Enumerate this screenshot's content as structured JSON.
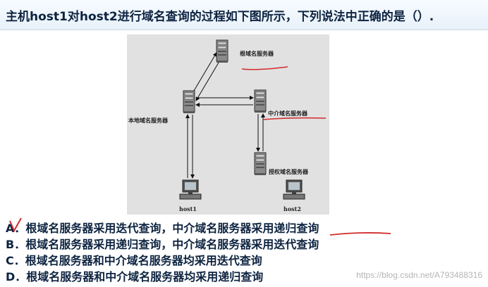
{
  "question": "主机host1对host2进行域名查询的过程如下图所示，下列说法中正确的是（）.",
  "figure": {
    "root_server": "根域名服务器",
    "local_server": "本地域名服务器",
    "intermediate_server": "中介域名服务器",
    "authoritative_server": "授权域名服务器",
    "host1": "host1",
    "host2": "host2"
  },
  "options": [
    {
      "letter": "A",
      "text": "A．根域名服务器采用迭代查询，中介域名服务器采用递归查询"
    },
    {
      "letter": "B",
      "text": "B．根域名服务器采用递归查询，中介域名服务器采用迭代查询"
    },
    {
      "letter": "C",
      "text": "C．根域名服务器和中介域名服务器均采用迭代查询"
    },
    {
      "letter": "D",
      "text": "D．根域名服务器和中介域名服务器均采用递归查询"
    }
  ],
  "watermark": "https://blog.csdn.net/A793488316",
  "colors": {
    "text": "#0d2340",
    "annotation": "#d22a2a",
    "figure_bg": "#e1e1e1"
  }
}
